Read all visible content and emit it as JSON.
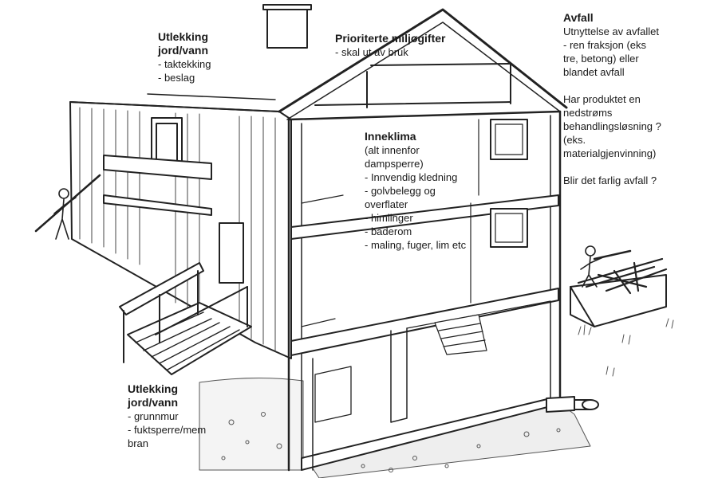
{
  "labels": {
    "leaching_roof": {
      "heading": "Utlekking jord/vann",
      "lines": [
        "- taktekking",
        "- beslag"
      ]
    },
    "pollutants": {
      "heading": "Prioriterte miljøgifter",
      "lines": [
        "- skal ut av bruk"
      ]
    },
    "waste": {
      "heading": "Avfall",
      "lines": [
        "Utnyttelse av avfallet",
        "- ren fraksjon (eks",
        "tre, betong) eller",
        "blandet avfall"
      ],
      "lines2": [
        "Har produktet en",
        "nedstrøms",
        "behandlingsløsning ?",
        "(eks.",
        "materialgjenvinning)"
      ],
      "lines3": [
        "Blir det farlig avfall ?"
      ]
    },
    "indoor": {
      "heading": "Inneklima",
      "lines": [
        "(alt innenfor",
        "dampsperre)",
        "- Innvendig kledning",
        "- golvbelegg og",
        "overflater",
        "- himlinger",
        "- baderom",
        "- maling, fuger, lim etc"
      ]
    },
    "leaching_ground": {
      "heading": "Utlekking jord/vann",
      "lines": [
        "- grunnmur",
        "- fuktsperre/mem",
        "bran"
      ]
    }
  }
}
